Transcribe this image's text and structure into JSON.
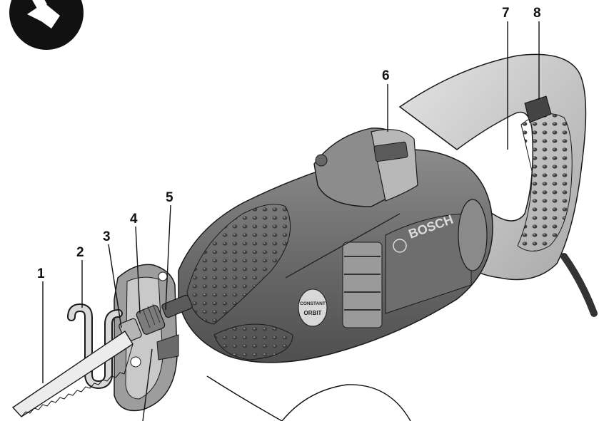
{
  "diagram": {
    "callouts": [
      {
        "id": "1",
        "label": "1"
      },
      {
        "id": "2",
        "label": "2"
      },
      {
        "id": "3",
        "label": "3"
      },
      {
        "id": "4",
        "label": "4"
      },
      {
        "id": "5",
        "label": "5"
      },
      {
        "id": "6",
        "label": "6"
      },
      {
        "id": "7",
        "label": "7"
      },
      {
        "id": "8",
        "label": "8"
      }
    ],
    "brand_text": "BOSCH",
    "badge_text_top": "CONSTANT",
    "badge_text_bottom": "ORBIT"
  },
  "colors": {
    "body_dark": "#5a5a5a",
    "body_mid": "#7a7a7a",
    "body_light": "#bdbdbd",
    "grip_dots": "#3a3a3a",
    "blade": "#e8e8e8",
    "outline": "#1a1a1a"
  }
}
